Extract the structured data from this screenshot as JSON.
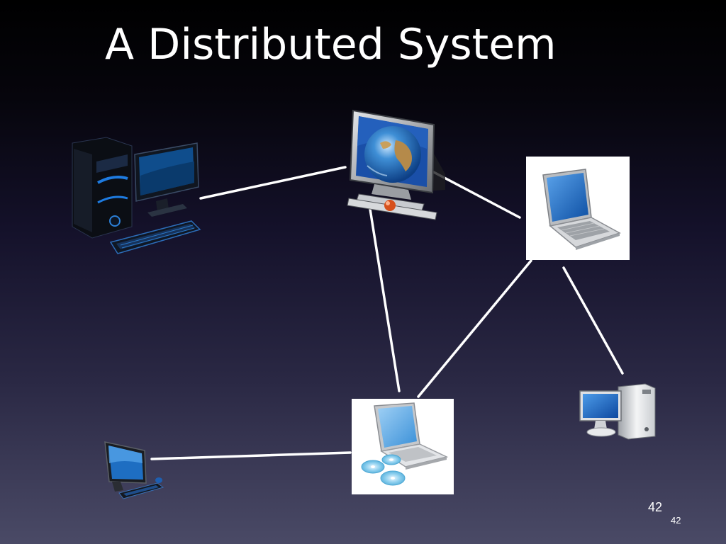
{
  "slide": {
    "title": "A Distributed System",
    "page_number": "42",
    "page_number_footer": "42"
  },
  "nodes": [
    {
      "id": "gaming-desktop",
      "icon": "desktop-tower-icon"
    },
    {
      "id": "network-server",
      "icon": "globe-monitor-icon"
    },
    {
      "id": "laptop-top",
      "icon": "laptop-icon"
    },
    {
      "id": "laptop-bottom",
      "icon": "laptop-with-discs-icon"
    },
    {
      "id": "all-in-one",
      "icon": "all-in-one-pc-icon"
    },
    {
      "id": "workstation",
      "icon": "desktop-monitor-tower-icon"
    }
  ],
  "links": [
    {
      "from": "gaming-desktop",
      "to": "network-server"
    },
    {
      "from": "network-server",
      "to": "laptop-top"
    },
    {
      "from": "network-server",
      "to": "laptop-bottom"
    },
    {
      "from": "laptop-top",
      "to": "laptop-bottom"
    },
    {
      "from": "laptop-top",
      "to": "workstation"
    },
    {
      "from": "all-in-one",
      "to": "laptop-bottom"
    }
  ],
  "colors": {
    "link": "#ffffff",
    "screen_blue": "#1a5fb8",
    "background_top": "#000000",
    "background_bottom": "#4a4a66"
  }
}
